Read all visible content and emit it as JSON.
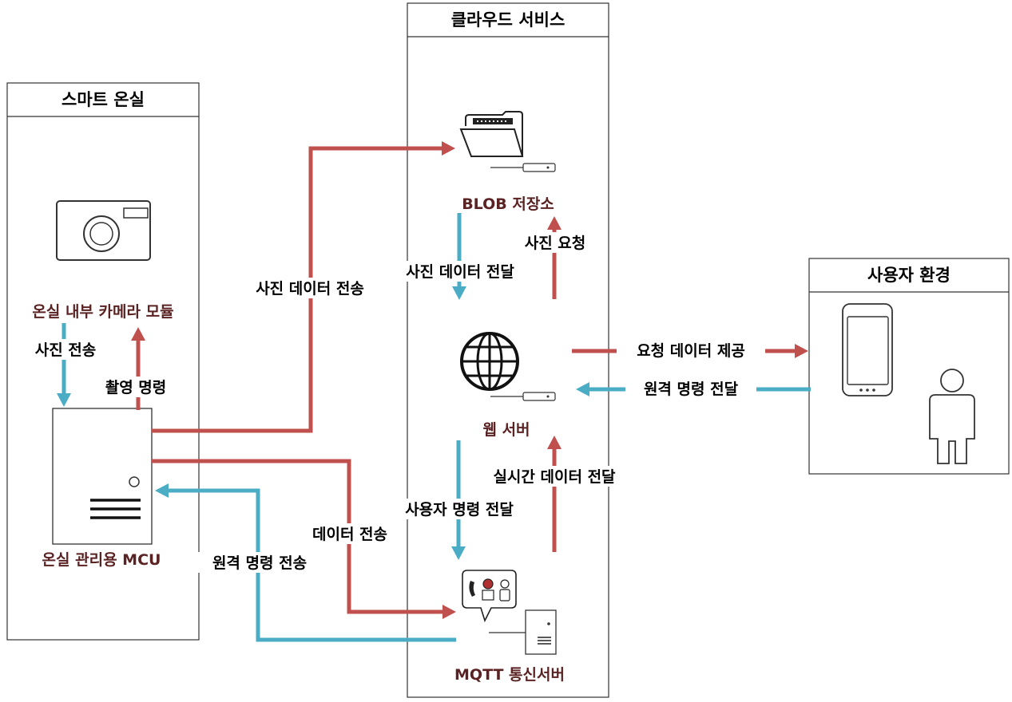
{
  "panels": {
    "greenhouse": "스마트 온실",
    "cloud": "클라우드 서비스",
    "user_env": "사용자 환경"
  },
  "nodes": {
    "camera_module": "온실 내부 카메라 모듈",
    "mcu": "온실 관리용 MCU",
    "blob_storage": "BLOB 저장소",
    "web_server": "웹 서버",
    "mqtt_server": "MQTT 통신서버"
  },
  "arrows": {
    "photo_send": "사진 전송",
    "capture_cmd": "촬영 명령",
    "photo_data_send": "사진 데이터 전송",
    "photo_data_deliver": "사진 데이터 전달",
    "photo_request": "사진 요청",
    "request_data_provide": "요청 데이터 제공",
    "remote_cmd_deliver": "원격 명령 전달",
    "user_cmd_deliver": "사용자 명령 전달",
    "realtime_data_deliver": "실시간 데이터 전달",
    "data_send": "데이터 전송",
    "remote_cmd_send": "원격 명령 전송"
  },
  "colors": {
    "red_flow": "#c0504d",
    "blue_flow": "#4bacc6",
    "node_label": "#5a2222"
  },
  "icons": [
    "camera-icon",
    "mcu-device-icon",
    "folder-icon",
    "globe-icon",
    "chat-support-icon",
    "server-icon",
    "smartphone-icon",
    "person-icon"
  ]
}
